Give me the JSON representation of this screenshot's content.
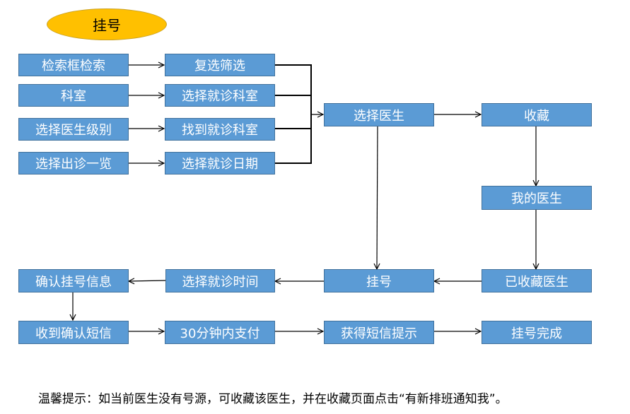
{
  "title": "挂号",
  "nodes": {
    "search_box": "检索框检索",
    "department": "科室",
    "doctor_level": "选择医生级别",
    "schedule_list": "选择出诊一览",
    "multi_filter": "复选筛选",
    "select_dept": "选择就诊科室",
    "find_dept": "找到就诊科室",
    "select_date": "选择就诊日期",
    "select_doctor": "选择医生",
    "favorite": "收藏",
    "my_doctors": "我的医生",
    "favorited_doctor": "已收藏医生",
    "register": "挂号",
    "select_time": "选择就诊时间",
    "confirm_info": "确认挂号信息",
    "receive_sms": "收到确认短信",
    "pay_30min": "30分钟内支付",
    "get_sms_hint": "获得短信提示",
    "done": "挂号完成"
  },
  "note": "温馨提示：如当前医生没有号源，可收藏该医生，并在收藏页面点击“有新排班通知我”。",
  "colors": {
    "box_fill": "#5b9bd5",
    "box_border": "#41719c",
    "title_fill": "#ffc000"
  }
}
